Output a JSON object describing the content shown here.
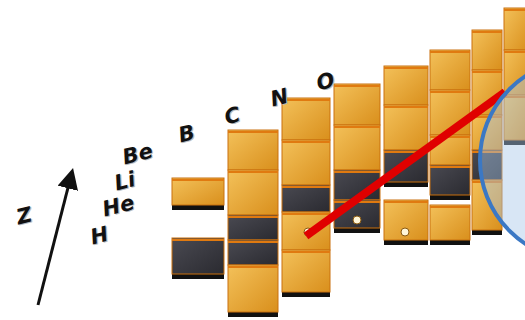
{
  "diagram": {
    "labels": [
      "B",
      "C",
      "N",
      "O",
      "Be",
      "Li",
      "He",
      "H",
      "Z"
    ]
  }
}
